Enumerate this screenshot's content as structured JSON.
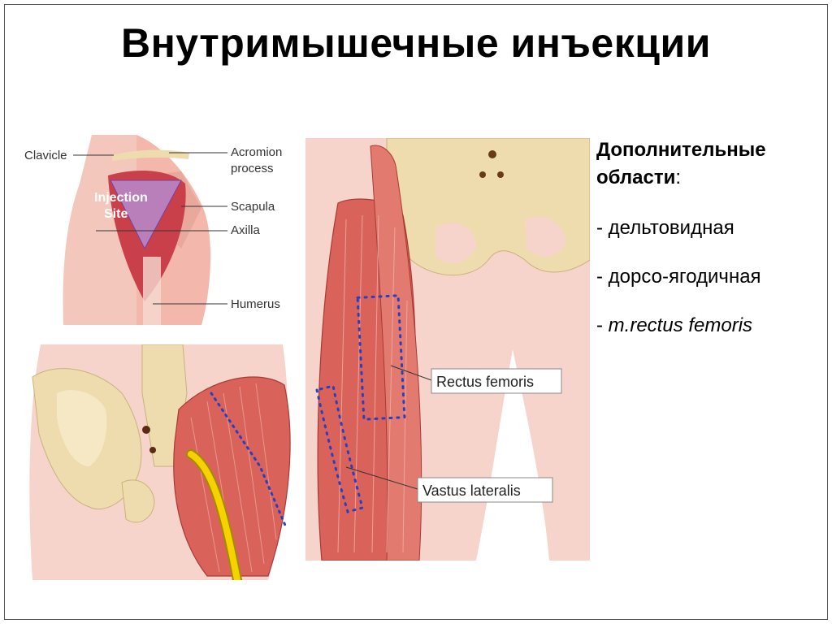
{
  "title": "Внутримышечные инъекции",
  "sidebar": {
    "heading": "Дополнительные области",
    "heading_suffix": ":",
    "items": [
      {
        "prefix": "- ",
        "text": "дельтовидная",
        "italic": false
      },
      {
        "prefix": "- ",
        "text": "дорсо-ягодичная",
        "italic": false
      },
      {
        "prefix": "- ",
        "text": "m.rectus femoris",
        "italic": true
      }
    ]
  },
  "deltoid": {
    "labels": {
      "clavicle": "Clavicle",
      "acromion_1": "Acromion",
      "acromion_2": "process",
      "scapula": "Scapula",
      "axilla": "Axilla",
      "humerus": "Humerus",
      "injection_1": "Injection",
      "injection_2": "Site"
    }
  },
  "thigh": {
    "labels": {
      "rectus": "Rectus femoris",
      "vastus": "Vastus lateralis"
    }
  },
  "colors": {
    "skin": "#f4c7bd",
    "muscle": "#d9635a",
    "muscle_dark": "#b83c3c",
    "bone": "#eedcae",
    "nerve": "#f5d300",
    "dots": "#2a3fbf"
  }
}
